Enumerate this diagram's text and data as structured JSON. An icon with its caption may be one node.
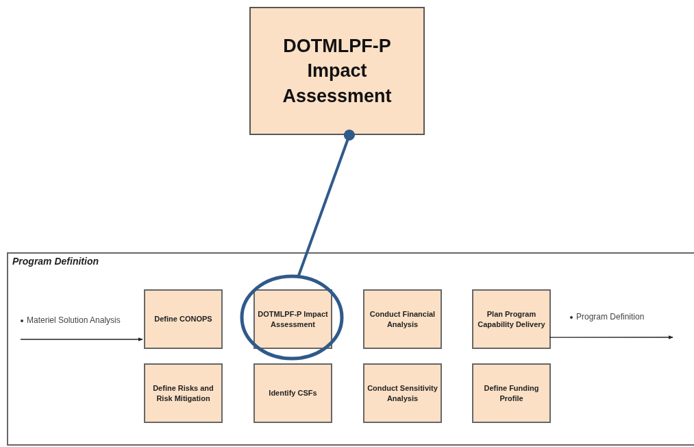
{
  "diagram": {
    "nodes": [
      {
        "text": [
          "DOTMLPF-P Impact Assessment"
        ]
      },
      {
        "text": [
          "Program Definition"
        ]
      },
      {
        "text": [
          "Define CONOPS"
        ],
        "in": 1
      },
      {
        "text": [
          "DOTMLPF-P Impact Assessment"
        ],
        "in": 10
      },
      {
        "text": [
          "Conduct Financial Analysis"
        ],
        "in": 1
      },
      {
        "text": [
          "Plan Program Capability Delivery"
        ],
        "in": 1
      },
      {
        "text": [
          "Define Risks and Risk Mitigation"
        ],
        "in": 1
      },
      {
        "text": [
          "Identify CSFs"
        ],
        "in": 1
      },
      {
        "text": [
          "Conduct Sensitivity Analysis"
        ],
        "in": 1
      },
      {
        "text": [
          "Define Funding Profile"
        ],
        "in": 1
      },
      {
        "text": [],
        "shape": "circle",
        "in": 1
      }
    ],
    "edges": [
      {
        "from": 10,
        "to": 0,
        "arrow": "other",
        "style": "thick",
        "color": "#2f5a8a"
      },
      {
        "from": null,
        "to": 2,
        "arrow": "to",
        "label": "Materiel Solution Analysis"
      },
      {
        "from": 5,
        "to": null,
        "arrow": "to",
        "label": "Program Definition"
      }
    ]
  }
}
